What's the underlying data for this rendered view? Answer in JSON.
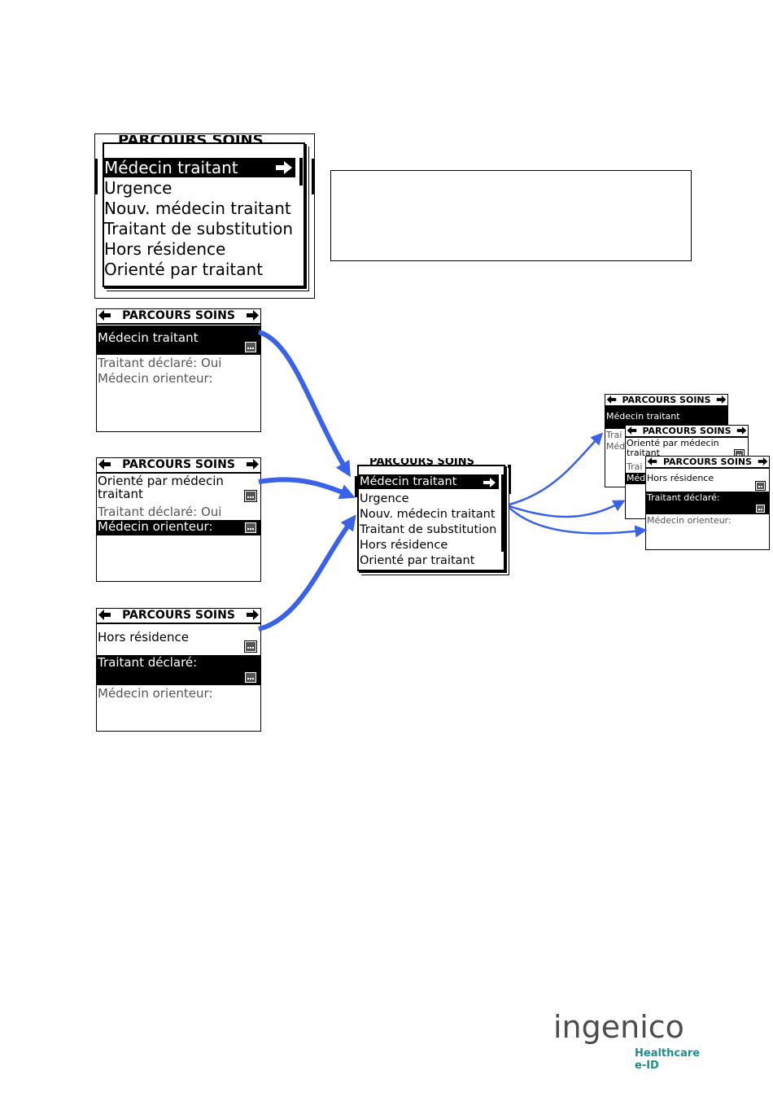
{
  "popup_menu": {
    "ghost_title": "PARCOURS SOINS",
    "items": [
      "Médecin traitant",
      "Urgence",
      "Nouv. médecin traitant",
      "Traitant de substitution",
      "Hors résidence",
      "Orienté par traitant"
    ],
    "selected_arrow": "🡆"
  },
  "screens": {
    "title": "PARCOURS SOINS",
    "medecin_traitant": {
      "row1": "Médecin traitant",
      "row2": "Traitant déclaré: Oui",
      "row3": "Médecin orienteur:"
    },
    "oriente": {
      "row1": "Orienté par médecin traitant",
      "row2": "Traitant déclaré: Oui",
      "row3": "Médecin orienteur:"
    },
    "hors_residence": {
      "row1": "Hors résidence",
      "row2": "Traitant déclaré:",
      "row3": "Médecin orienteur:"
    },
    "stack_back": {
      "row1": "Médecin traitant",
      "row2": "Trai",
      "row3": "Méd"
    },
    "stack_mid": {
      "row1": "Orienté par médecin traitant",
      "row2": "Trai",
      "row3": "Méd"
    },
    "stack_front": {
      "row1": "Hors résidence",
      "row2": "Traitant déclaré:",
      "row3": "Médecin orienteur:"
    }
  },
  "logo": {
    "word": "ingenico",
    "line1": "Healthcare",
    "line2": "e-ID"
  },
  "colors": {
    "arrow_blue": "#3a62e8",
    "logo_teal": "#1f8e8e",
    "logo_grey": "#4d4d4d"
  }
}
